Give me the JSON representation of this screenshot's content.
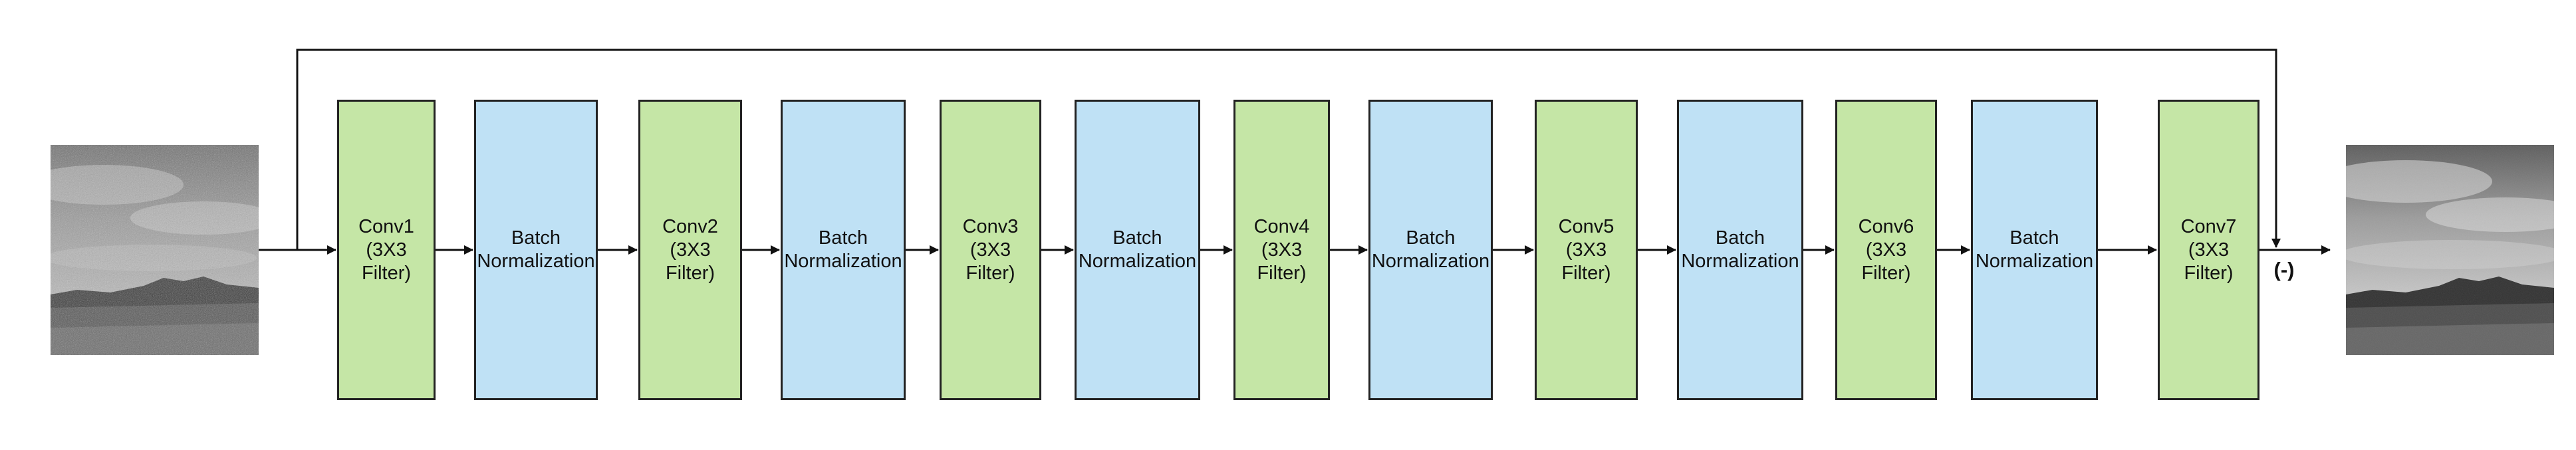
{
  "colors": {
    "conv_fill": "#c5e6a6",
    "bn_fill": "#bfe1f5",
    "stroke": "#111111"
  },
  "input_image": {
    "icon": "noisy-landscape-photo"
  },
  "output_image": {
    "icon": "denoised-landscape-photo"
  },
  "blocks": [
    {
      "kind": "conv",
      "label": "Conv1\n(3X3\nFilter)"
    },
    {
      "kind": "bn",
      "label": "Batch\nNormalization"
    },
    {
      "kind": "conv",
      "label": "Conv2\n(3X3\nFilter)"
    },
    {
      "kind": "bn",
      "label": "Batch\nNormalization"
    },
    {
      "kind": "conv",
      "label": "Conv3\n(3X3\nFilter)"
    },
    {
      "kind": "bn",
      "label": "Batch\nNormalization"
    },
    {
      "kind": "conv",
      "label": "Conv4\n(3X3\nFilter)"
    },
    {
      "kind": "bn",
      "label": "Batch\nNormalization"
    },
    {
      "kind": "conv",
      "label": "Conv5\n(3X3\nFilter)"
    },
    {
      "kind": "bn",
      "label": "Batch\nNormalization"
    },
    {
      "kind": "conv",
      "label": "Conv6\n(3X3\nFilter)"
    },
    {
      "kind": "bn",
      "label": "Batch\nNormalization"
    },
    {
      "kind": "conv",
      "label": "Conv7\n(3X3\nFilter)"
    }
  ],
  "subtract_label": "(-)"
}
